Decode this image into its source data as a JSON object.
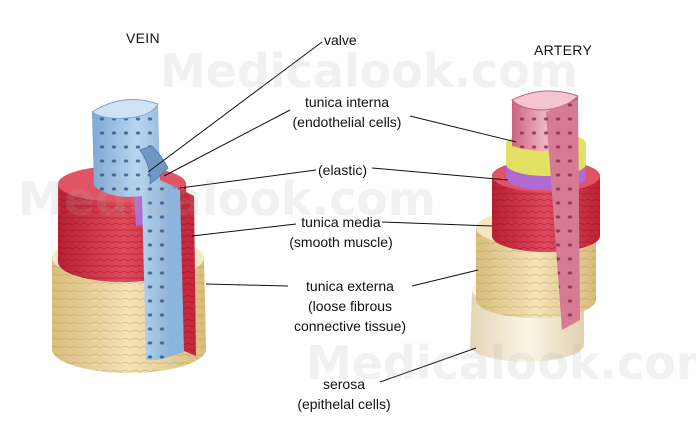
{
  "headings": {
    "vein": "VEIN",
    "artery": "ARTERY"
  },
  "labels": {
    "valve": "valve",
    "tunica_interna": [
      "tunica interna",
      "(endothelial cells)"
    ],
    "elastic": "(elastic)",
    "tunica_media": [
      "tunica media",
      "(smooth muscle)"
    ],
    "tunica_externa": [
      "tunica externa",
      "(loose fibrous",
      "connective tissue)"
    ],
    "serosa": [
      "serosa",
      "(epithelal cells)"
    ]
  },
  "watermark": "Medicalook.com",
  "colors": {
    "endothelium_vein": "#9cc3e6",
    "endothelium_artery": "#e7a0b3",
    "elastic_band": "#e4e064",
    "elastic_violet": "#b06ad0",
    "muscle": "#d9344a",
    "externa": "#ecd9a6",
    "serosa": "#f4ecd9"
  }
}
